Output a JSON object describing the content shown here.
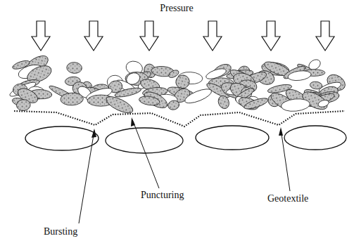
{
  "diagram": {
    "labels": [
      "Pressure",
      "Puncturing",
      "Bursting",
      "Geotextile"
    ]
  }
}
